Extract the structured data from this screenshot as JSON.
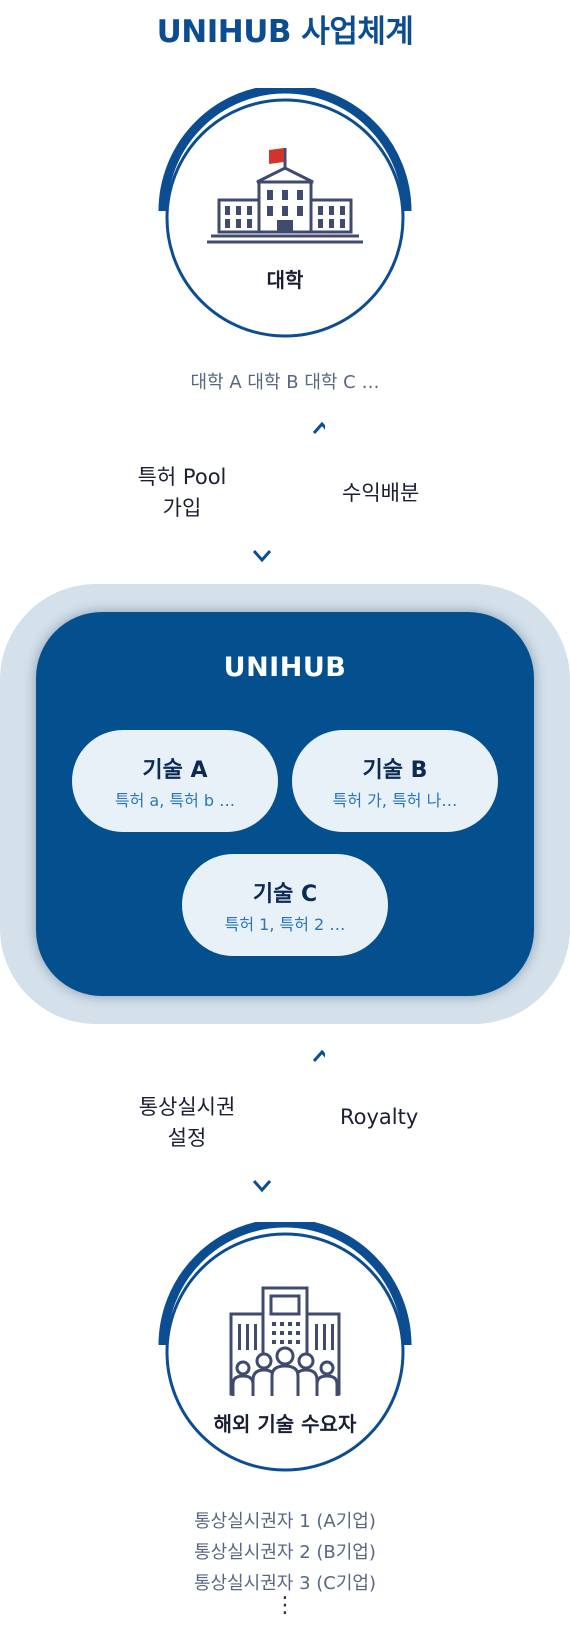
{
  "title": "UNIHUB 사업체계",
  "university": {
    "label": "대학",
    "members": "대학 A 대학 B 대학 C …"
  },
  "flow_top": {
    "down_label_line1": "특허 Pool",
    "down_label_line2": "가입",
    "up_label": "수익배분"
  },
  "hub": {
    "label": "UNIHUB",
    "technologies": [
      {
        "name": "기술 A",
        "patents": "특허 a, 특허 b …"
      },
      {
        "name": "기술 B",
        "patents": "특허 가, 특허 나…"
      },
      {
        "name": "기술 C",
        "patents": "특허 1, 특허 2 …"
      }
    ]
  },
  "flow_bottom": {
    "down_label_line1": "통상실시권",
    "down_label_line2": "설정",
    "up_label": "Royalty"
  },
  "licensees": {
    "label": "해외 기술 수요자",
    "items": [
      "통상실시권자 1 (A기업)",
      "통상실시권자 2 (B기업)",
      "통상실시권자 3 (C기업)"
    ],
    "more": "⋮"
  },
  "colors": {
    "brand_blue": "#0c4d92",
    "hub_blue": "#04508f",
    "hub_outer": "#d4e1ea",
    "pill_bg": "#e8f1f8",
    "pill_text": "#2877be",
    "flag_red": "#d0342c"
  },
  "icons": {
    "university": "university-building-icon",
    "licensees": "office-building-people-icon"
  }
}
